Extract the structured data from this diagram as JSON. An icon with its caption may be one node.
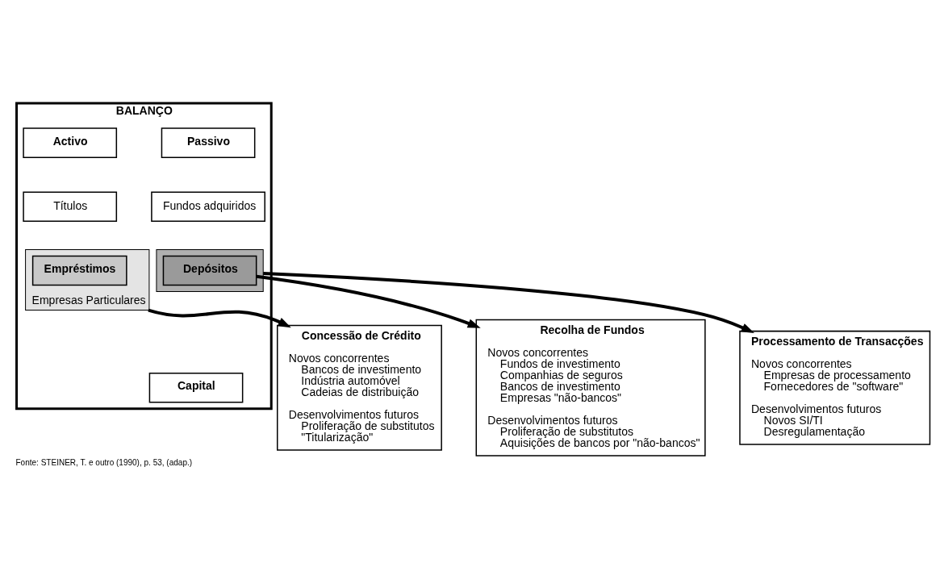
{
  "diagram": {
    "caption": "Fonte: STEINER, T. e outro (1990), p. 53, (adap.)",
    "nodes": [
      {
        "text": [
          "BALANÇO"
        ]
      },
      {
        "text": [
          "Activo"
        ],
        "in": 0
      },
      {
        "text": [
          "Passivo"
        ],
        "in": 0
      },
      {
        "text": [
          "Títulos"
        ],
        "in": 0
      },
      {
        "text": [
          "Fundos adquiridos"
        ],
        "in": 0
      },
      {
        "text": [
          "Empresas Particulares"
        ],
        "in": 0
      },
      {
        "text": [
          "Empréstimos"
        ],
        "in": 5
      },
      {
        "text": [],
        "shape": "box",
        "in": 0
      },
      {
        "text": [
          "Depósitos"
        ],
        "in": 7
      },
      {
        "text": [
          "Capital"
        ],
        "in": 0
      },
      {
        "text": [
          "Recolha de Fundos",
          "Novos concorrentes",
          "Fundos de investimento",
          "Companhias de seguros",
          "Bancos de investimento",
          "Empresas \"não-bancos\"",
          "Desenvolvimentos futuros",
          "Proliferação de substitutos",
          "Aquisições de bancos por \"não-bancos\""
        ]
      },
      {
        "text": [
          "Concessão de Crédito",
          "Novos concorrentes",
          "Bancos de investimento",
          "Indústria automóvel",
          "Cadeias de distribuição",
          "Desenvolvimentos futuros",
          "Proliferação de substitutos",
          "\"Titularização\""
        ]
      },
      {
        "text": [
          "Processamento de Transacções",
          "Novos concorrentes",
          "Empresas de processamento",
          "Fornecedores de \"software\"",
          "Desenvolvimentos futuros",
          "Novos SI/TI",
          "Desregulamentação"
        ]
      }
    ],
    "edges": [
      {
        "from": 8,
        "to": 10,
        "arrow": "to"
      },
      {
        "from": 7,
        "to": 12,
        "arrow": "to"
      },
      {
        "from": 5,
        "to": 11,
        "arrow": "to"
      }
    ]
  }
}
